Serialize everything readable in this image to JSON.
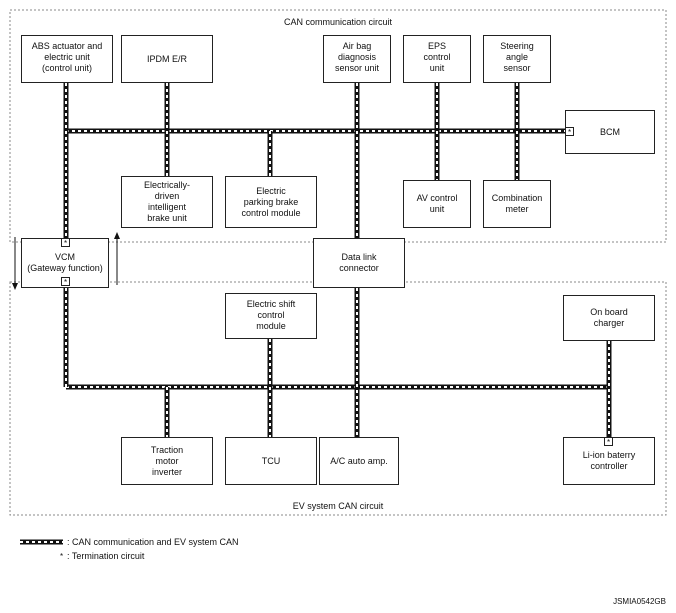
{
  "diagram": {
    "can_circuit_label": "CAN communication circuit",
    "ev_circuit_label": "EV system CAN circuit",
    "nodes": {
      "abs": "ABS actuator and\nelectric unit\n(control unit)",
      "ipdm": "IPDM E/R",
      "airbag": "Air bag\ndiagnosis\nsensor unit",
      "eps": "EPS\ncontrol\nunit",
      "steering": "Steering\nangle\nsensor",
      "bcm": "BCM",
      "brake_unit": "Electrically-\ndriven\nintelligent\nbrake unit",
      "parking_brake": "Electric\nparking brake\ncontrol module",
      "av_control": "AV control\nunit",
      "combination_meter": "Combination\nmeter",
      "vcm": "VCM\n(Gateway function)",
      "data_link": "Data link\nconnector",
      "shift_control": "Electric shift\ncontrol\nmodule",
      "onboard_charger": "On board\ncharger",
      "traction_inverter": "Traction\nmotor\ninverter",
      "tcu": "TCU",
      "ac_amp": "A/C auto amp.",
      "liion_controller": "Li-ion baterry\ncontroller"
    },
    "termination_symbol": "*"
  },
  "legend": {
    "can_line": ": CAN communication and EV system CAN",
    "termination": ": Termination circuit",
    "termination_symbol": "*"
  },
  "figure_id": "JSMIA0542GB",
  "colors": {
    "line": "#111111",
    "dash": "#ffffff",
    "border": "#222222",
    "region": "#888888"
  }
}
